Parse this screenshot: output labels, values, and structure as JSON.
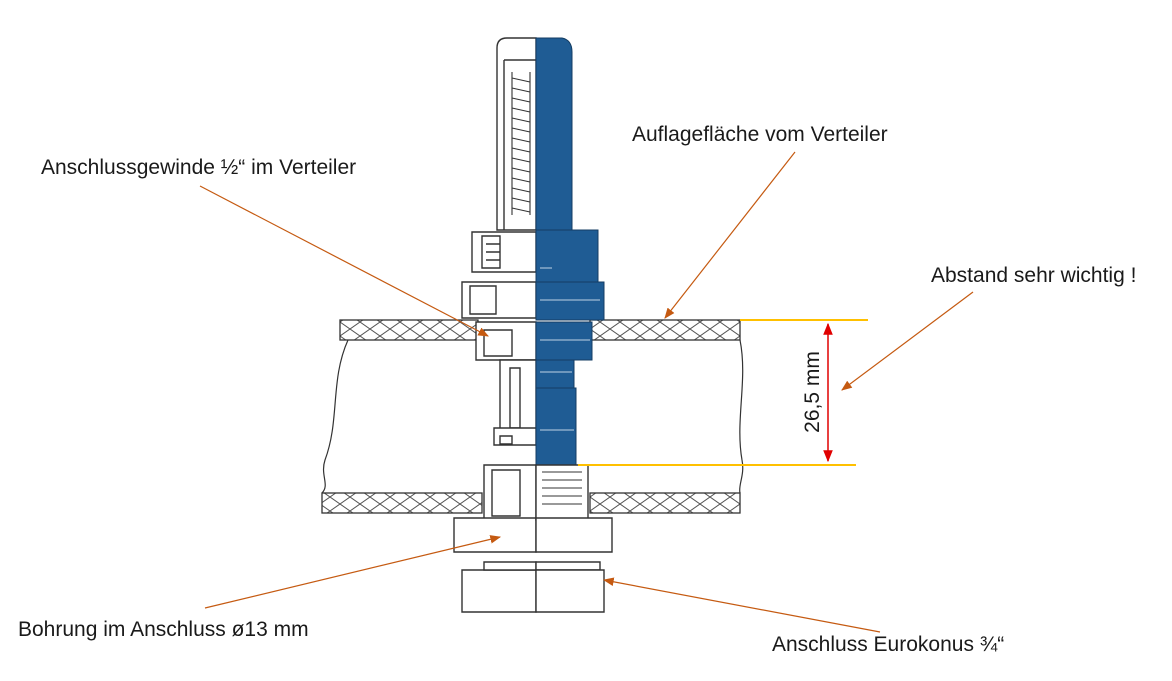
{
  "labels": {
    "anschlussgewinde": "Anschlussgewinde ½“ im Verteiler",
    "auflageflaeche": "Auflagefläche vom Verteiler",
    "abstand": "Abstand sehr wichtig !",
    "bohrung": "Bohrung im Anschluss ø13 mm",
    "eurokonus": "Anschluss Eurokonus ¾“"
  },
  "dimension": {
    "value": "26,5 mm"
  },
  "colors": {
    "leader_line": "#c55a11",
    "reference_line": "#ffc000",
    "dimension_arrow": "#e00000",
    "cutaway_blue": "#1f5c94",
    "outline": "#3a3a3a"
  }
}
